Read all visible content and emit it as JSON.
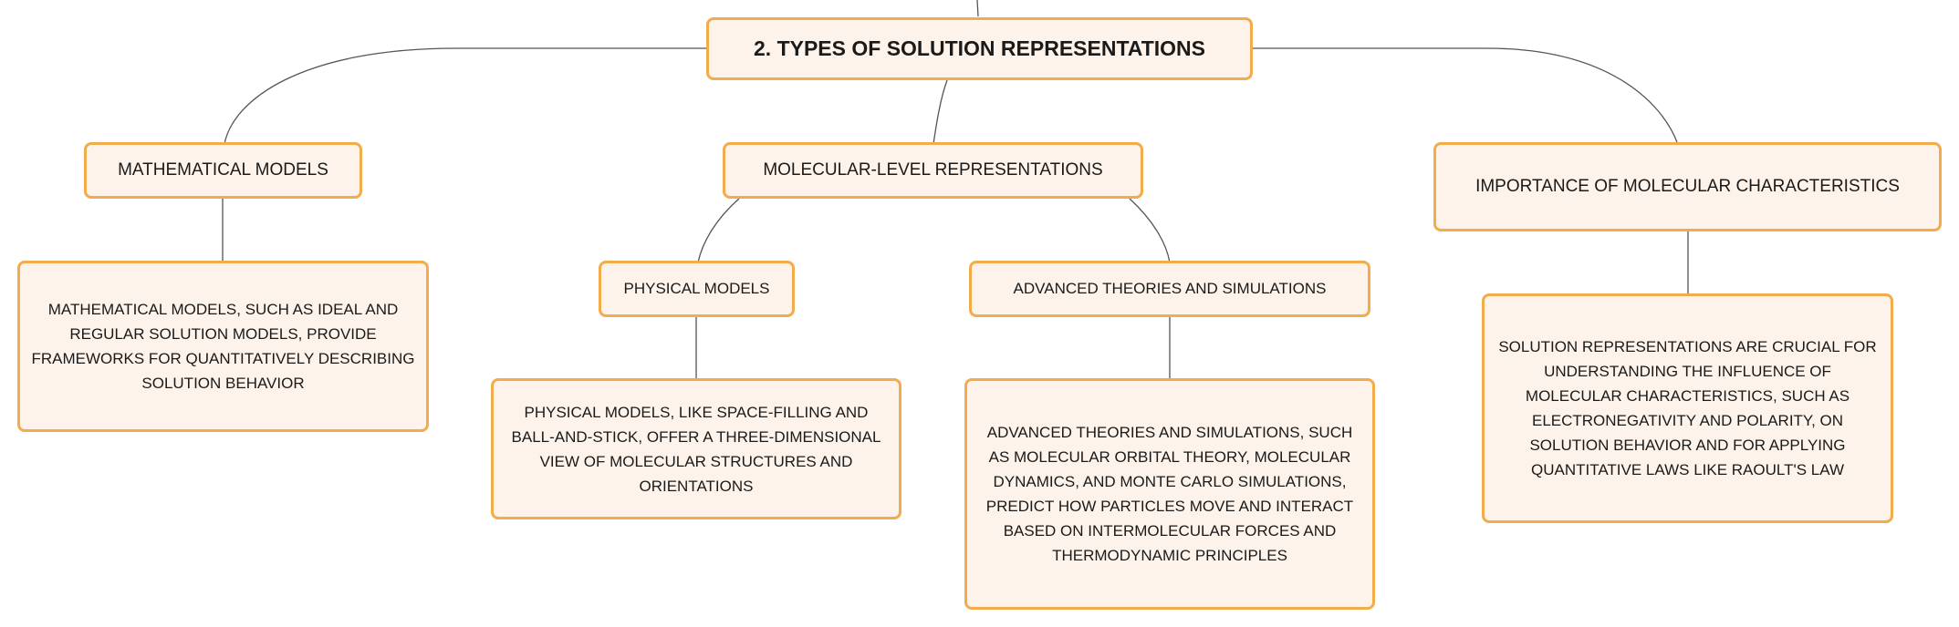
{
  "diagram": {
    "root": {
      "label": "2. TYPES OF SOLUTION REPRESENTATIONS"
    },
    "mathematical": {
      "label": "MATHEMATICAL MODELS",
      "detail": "MATHEMATICAL MODELS, SUCH AS IDEAL AND REGULAR SOLUTION MODELS, PROVIDE FRAMEWORKS FOR QUANTITATIVELY DESCRIBING SOLUTION BEHAVIOR"
    },
    "molecular": {
      "label": "MOLECULAR-LEVEL REPRESENTATIONS",
      "physical": {
        "label": "PHYSICAL MODELS",
        "detail": "PHYSICAL MODELS, LIKE SPACE-FILLING AND BALL-AND-STICK, OFFER A THREE-DIMENSIONAL VIEW OF MOLECULAR STRUCTURES AND ORIENTATIONS"
      },
      "advanced": {
        "label": "ADVANCED THEORIES AND SIMULATIONS",
        "detail": "ADVANCED THEORIES AND SIMULATIONS, SUCH AS MOLECULAR ORBITAL THEORY, MOLECULAR DYNAMICS, AND MONTE CARLO SIMULATIONS, PREDICT HOW PARTICLES MOVE AND INTERACT BASED ON INTERMOLECULAR FORCES AND THERMODYNAMIC PRINCIPLES"
      }
    },
    "importance": {
      "label": "IMPORTANCE OF MOLECULAR CHARACTERISTICS",
      "detail": "SOLUTION REPRESENTATIONS ARE CRUCIAL FOR UNDERSTANDING THE INFLUENCE OF MOLECULAR CHARACTERISTICS, SUCH AS ELECTRONEGATIVITY AND POLARITY, ON SOLUTION BEHAVIOR AND FOR APPLYING QUANTITATIVE LAWS LIKE RAOULT'S LAW"
    }
  },
  "colors": {
    "node_fill": "#fdf3ea",
    "node_border": "#f2ac4c",
    "connector": "#555555",
    "text": "#1a1a1a"
  }
}
